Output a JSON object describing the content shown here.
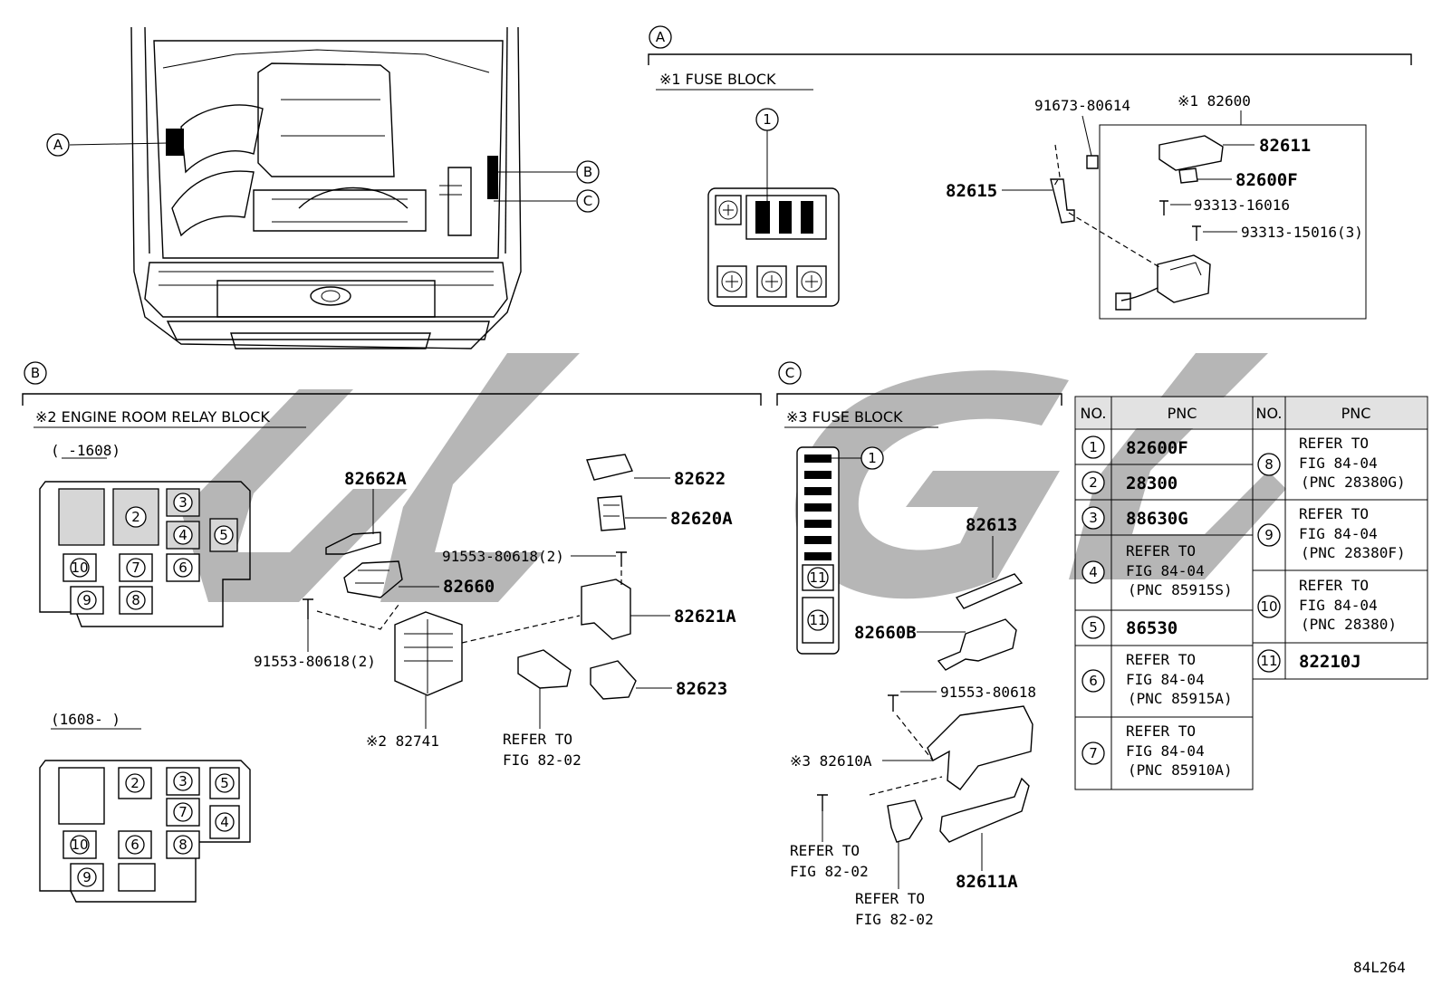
{
  "callouts": {
    "A": "A",
    "B": "B",
    "C": "C"
  },
  "section_a": {
    "title": "※1 FUSE BLOCK",
    "assembly": "※1 82600",
    "parts": {
      "p82611": "82611",
      "p82600F": "82600F",
      "p93313a": "93313-16016",
      "p93313b": "93313-15016(3)",
      "p91673": "91673-80614",
      "p82615": "82615"
    },
    "marker": "1"
  },
  "section_b": {
    "title": "※2 ENGINE ROOM RELAY BLOCK",
    "range1": "(     -1608)",
    "range2": "(1608-     )",
    "parts": {
      "p82662A": "82662A",
      "p82660": "82660",
      "p91553a": "91553-80618(2)",
      "p91553b": "91553-80618(2)",
      "p82741": "※2 82741",
      "p82622": "82622",
      "p82620A": "82620A",
      "p82621A": "82621A",
      "p82623": "82623",
      "refer1": "REFER TO",
      "refer2": "FIG 82-02"
    }
  },
  "section_c": {
    "title": "※3 FUSE BLOCK",
    "parts": {
      "p82613": "82613",
      "p82660B": "82660B",
      "p91553": "91553-80618",
      "p82610A": "※3 82610A",
      "p82611A": "82611A",
      "refer1": "REFER TO",
      "refer2": "FIG 82-02"
    },
    "markers": [
      "1",
      "11",
      "11"
    ]
  },
  "table": {
    "headers": [
      "NO.",
      "PNC",
      "NO.",
      "PNC"
    ],
    "left": [
      {
        "no": "1",
        "pnc": [
          "82600F"
        ],
        "big": true
      },
      {
        "no": "2",
        "pnc": [
          "28300"
        ],
        "big": true
      },
      {
        "no": "3",
        "pnc": [
          "88630G"
        ],
        "big": true
      },
      {
        "no": "4",
        "pnc": [
          "REFER TO",
          "FIG 84-04",
          "(PNC 85915S)"
        ]
      },
      {
        "no": "5",
        "pnc": [
          "86530"
        ],
        "big": true
      },
      {
        "no": "6",
        "pnc": [
          "REFER TO",
          "FIG 84-04",
          "(PNC 85915A)"
        ]
      },
      {
        "no": "7",
        "pnc": [
          "REFER TO",
          "FIG 84-04",
          "(PNC 85910A)"
        ]
      }
    ],
    "right": [
      {
        "no": "8",
        "pnc": [
          "REFER TO",
          "FIG 84-04",
          "(PNC 28380G)"
        ]
      },
      {
        "no": "9",
        "pnc": [
          "REFER TO",
          "FIG 84-04",
          "(PNC 28380F)"
        ]
      },
      {
        "no": "10",
        "pnc": [
          "REFER TO",
          "FIG 84-04",
          "(PNC 28380)"
        ]
      },
      {
        "no": "11",
        "pnc": [
          "82210J"
        ],
        "big": true
      }
    ]
  },
  "relay_numbers": [
    "2",
    "3",
    "4",
    "5",
    "6",
    "7",
    "8",
    "9",
    "10"
  ],
  "figure_id": "84L264"
}
